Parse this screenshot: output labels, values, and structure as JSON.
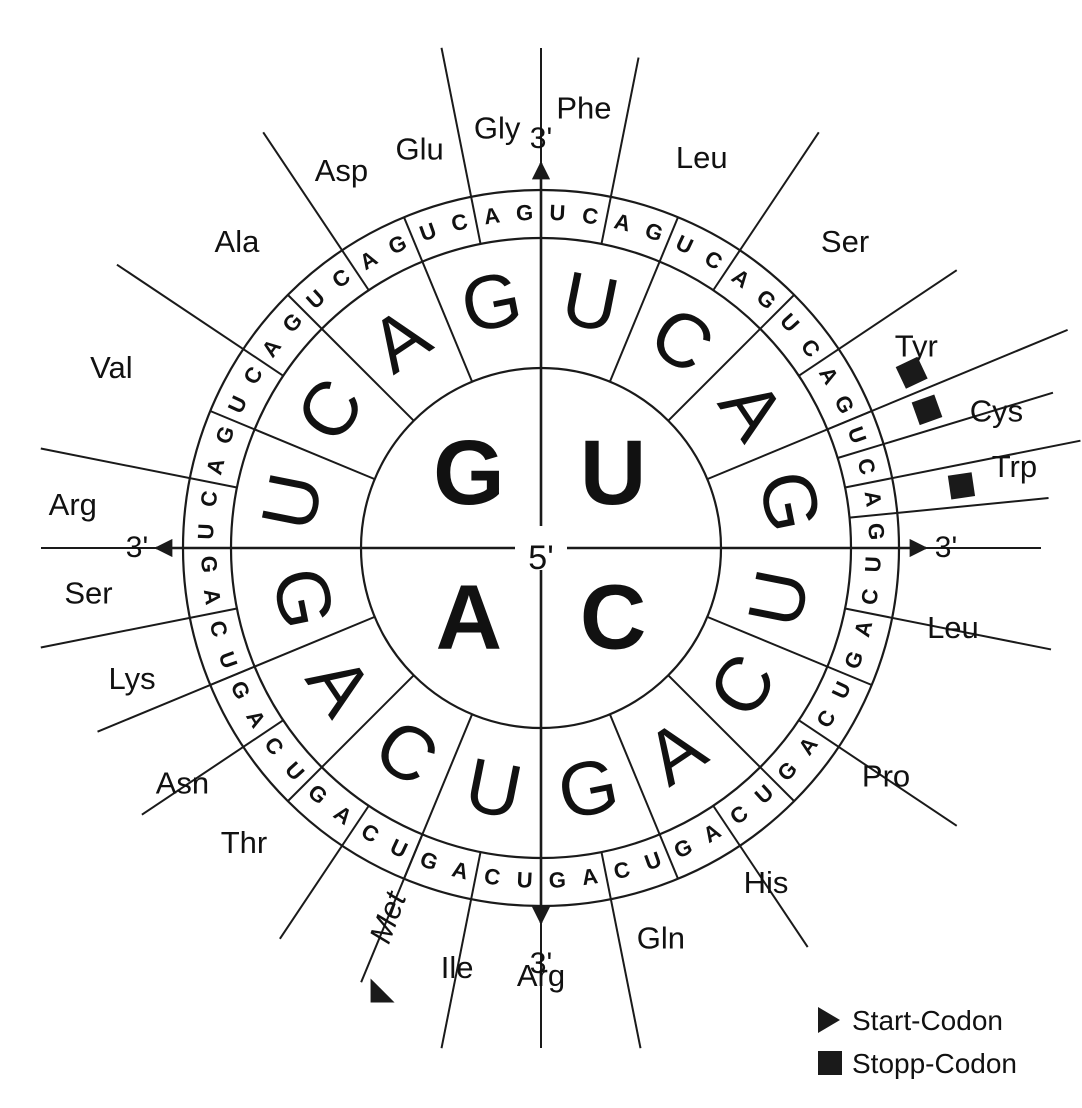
{
  "colors": {
    "line": "#1a1a1a",
    "text": "#111111",
    "background": "#ffffff"
  },
  "primes": {
    "center": "5'",
    "top": "3'",
    "right": "3'",
    "bottom": "3'",
    "left": "3'"
  },
  "first_bases": [
    "U",
    "C",
    "A",
    "G"
  ],
  "second_bases": [
    "U",
    "C",
    "A",
    "G"
  ],
  "third_bases": [
    "U",
    "C",
    "A",
    "G"
  ],
  "amino_acids": [
    "Phe",
    "Leu",
    "Ser",
    "Tyr",
    "Cys",
    "Trp",
    "Leu",
    "Pro",
    "His",
    "Gln",
    "Arg",
    "Ile",
    "Met",
    "Thr",
    "Asn",
    "Lys",
    "Ser",
    "Arg",
    "Val",
    "Ala",
    "Asp",
    "Glu",
    "Gly"
  ],
  "legend": {
    "start": "Start-Codon",
    "stop": "Stopp-Codon"
  }
}
